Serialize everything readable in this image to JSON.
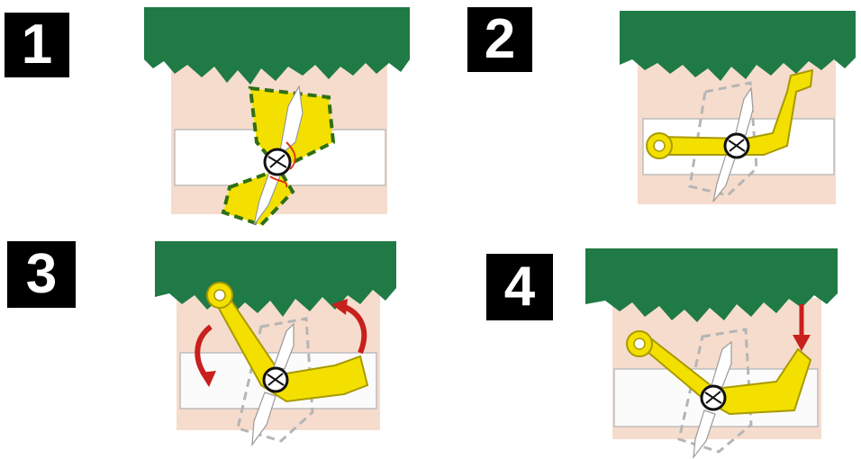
{
  "steps": [
    {
      "number": "1"
    },
    {
      "number": "2"
    },
    {
      "number": "3"
    },
    {
      "number": "4"
    }
  ],
  "colors": {
    "hair_green": "#1f7a45",
    "skin": "#f6dccd",
    "tape": "#ffffff",
    "tape_border": "#bdbdbd",
    "clip_yellow": "#f3e000",
    "clip_outline": "#a89a00",
    "dashed_green": "#2f6f12",
    "arrow_red": "#c8201c",
    "fabric_gray": "#cfcfcf"
  },
  "icons": [
    "gauze-knot-icon",
    "yellow-clip-icon",
    "rotate-arrow-icon",
    "press-down-arrow-icon"
  ]
}
